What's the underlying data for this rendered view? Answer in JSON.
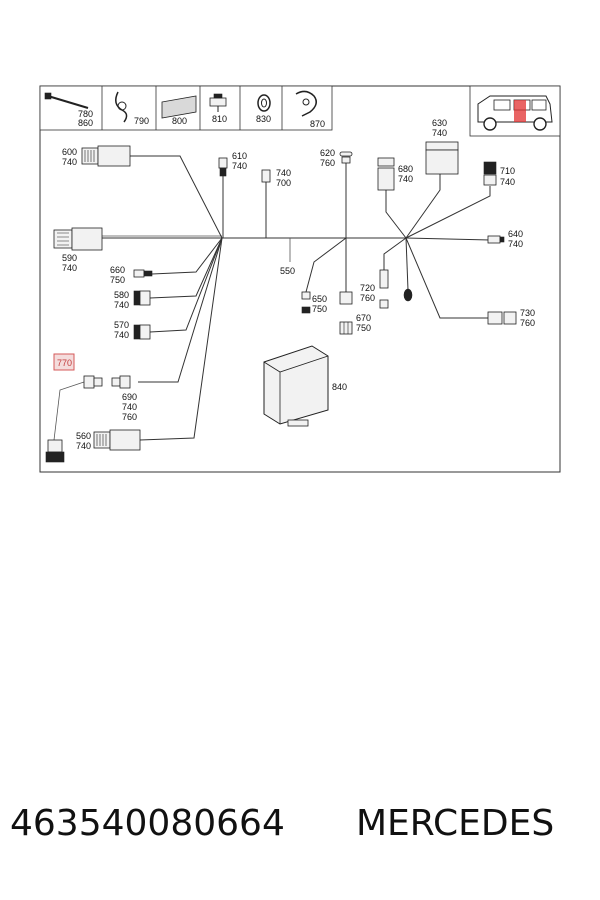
{
  "legend": {
    "items": [
      {
        "label1": "780",
        "label2": "860",
        "icon": "cable-tie-icon"
      },
      {
        "label1": "790",
        "icon": "hose-clamp-icon"
      },
      {
        "label1": "800",
        "icon": "tape-strip-icon"
      },
      {
        "label1": "810",
        "icon": "clip-icon"
      },
      {
        "label1": "830",
        "icon": "grommet-icon"
      },
      {
        "label1": "870",
        "icon": "bracket-clip-icon"
      }
    ]
  },
  "vehicle_icon": "suv-side-view-icon",
  "labels": {
    "p600": "600",
    "p600b": "740",
    "p610": "610",
    "p610b": "740",
    "p740a": "740",
    "p700": "700",
    "p620": "620",
    "p620b": "760",
    "p630": "630",
    "p630b": "740",
    "p680": "680",
    "p680b": "740",
    "p710": "710",
    "p710b": "740",
    "p640": "640",
    "p640b": "740",
    "p590": "590",
    "p590b": "740",
    "p550": "550",
    "p660": "660",
    "p660b": "750",
    "p580": "580",
    "p580b": "740",
    "p650": "650",
    "p650b": "750",
    "p720": "720",
    "p720b": "760",
    "p670": "670",
    "p670b": "750",
    "p730": "730",
    "p730b": "760",
    "p570": "570",
    "p570b": "740",
    "p770": "770",
    "p690": "690",
    "p690b": "740",
    "p690c": "760",
    "p840": "840",
    "p560": "560",
    "p560b": "740"
  },
  "footer": {
    "part_number": "463540080664",
    "brand": "MERCEDES"
  }
}
